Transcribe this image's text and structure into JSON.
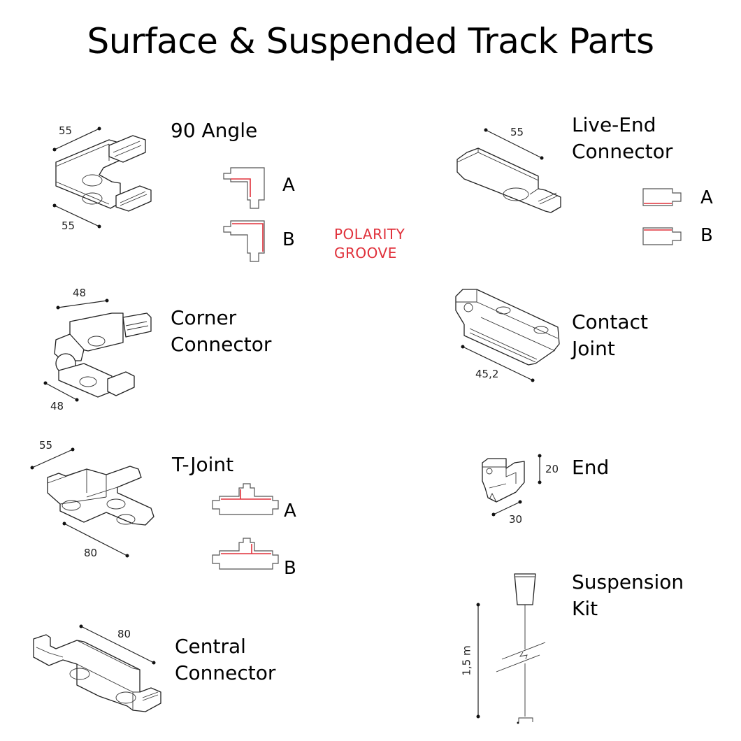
{
  "title": "Surface & Suspended Track Parts",
  "legend": {
    "polarity_line1": "POLARITY",
    "polarity_line2": "GROOVE",
    "polarity_color": "#e0303a"
  },
  "parts": {
    "angle90": {
      "name": "90 Angle",
      "dims": [
        "55",
        "55"
      ],
      "variants": [
        "A",
        "B"
      ]
    },
    "corner": {
      "name_line1": "Corner",
      "name_line2": "Connector",
      "dims": [
        "48",
        "48"
      ]
    },
    "tjoint": {
      "name": "T-Joint",
      "dims": [
        "55",
        "80"
      ],
      "variants": [
        "A",
        "B"
      ]
    },
    "central": {
      "name_line1": "Central",
      "name_line2": "Connector",
      "dims": [
        "80"
      ]
    },
    "liveend": {
      "name_line1": "Live-End",
      "name_line2": "Connector",
      "dims": [
        "55"
      ],
      "variants": [
        "A",
        "B"
      ]
    },
    "contact": {
      "name_line1": "Contact",
      "name_line2": "Joint",
      "dims": [
        "45,2"
      ]
    },
    "end": {
      "name": "End",
      "dims": [
        "20",
        "30"
      ]
    },
    "suspension": {
      "name_line1": "Suspension",
      "name_line2": "Kit",
      "dims": [
        "1,5 m"
      ]
    }
  }
}
